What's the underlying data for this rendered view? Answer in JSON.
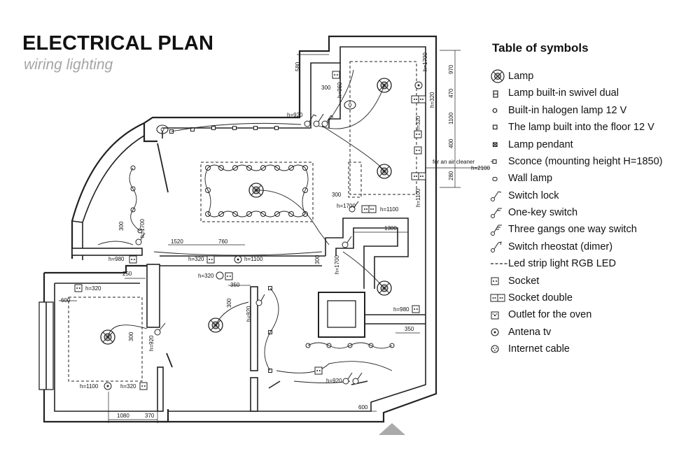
{
  "header": {
    "title": "ELECTRICAL PLAN",
    "subtitle": "wiring lighting"
  },
  "legend": {
    "title": "Table of symbols",
    "items": [
      {
        "icon": "lamp-icon",
        "label": "Lamp"
      },
      {
        "icon": "lamp-swivel-icon",
        "label": "Lamp built-in swivel dual"
      },
      {
        "icon": "halogen-lamp-icon",
        "label": "Built-in halogen lamp 12 V"
      },
      {
        "icon": "floor-lamp-icon",
        "label": "The lamp built into the floor 12 V"
      },
      {
        "icon": "lamp-pendant-icon",
        "label": "Lamp pendant"
      },
      {
        "icon": "sconce-icon",
        "label": "Sconce (mounting height H=1850)"
      },
      {
        "icon": "wall-lamp-icon",
        "label": "Wall lamp"
      },
      {
        "icon": "switch-lock-icon",
        "label": "Switch lock"
      },
      {
        "icon": "one-key-switch-icon",
        "label": "One-key switch"
      },
      {
        "icon": "three-gang-switch-icon",
        "label": "Three gangs one way switch"
      },
      {
        "icon": "switch-rheostat-icon",
        "label": "Switch rheostat (dimer)"
      },
      {
        "icon": "led-strip-icon",
        "label": "Led strip light RGB LED"
      },
      {
        "icon": "socket-icon",
        "label": "Socket"
      },
      {
        "icon": "socket-double-icon",
        "label": "Socket double"
      },
      {
        "icon": "oven-outlet-icon",
        "label": "Outlet for the oven"
      },
      {
        "icon": "antenna-tv-icon",
        "label": "Antena tv"
      },
      {
        "icon": "internet-cable-icon",
        "label": "Internet cable"
      }
    ]
  },
  "plan": {
    "dimensions": {
      "d580": "580",
      "d300a": "300",
      "h960": "h=960",
      "h920a": "h=920",
      "h1700a": "h=1700",
      "h970": "970",
      "d470": "470",
      "h320a": "h=320",
      "d1100a": "1100",
      "h320b": "h=320",
      "d400": "400",
      "air": "for an air cleaner",
      "h2100": "h=2100",
      "d280": "280",
      "h1100a": "h=1100",
      "d300b": "300",
      "h1700b": "h=1700",
      "h1100b": "h=1100",
      "d1300": "1300",
      "d300c": "300",
      "h1700c": "h=1700",
      "d300d": "300",
      "h1700d": "h=1700",
      "d1520": "1520",
      "d760": "760",
      "h980a": "h=980",
      "h320c": "h=320",
      "h1100c": "h=1100",
      "d250": "250",
      "h320d": "h=320",
      "d350a": "350",
      "d300e": "300",
      "h920b": "h=920",
      "h320e": "h=320",
      "d600a": "600",
      "d300f": "300",
      "h920c": "h=920",
      "h1100d": "h=1100",
      "h320f": "h=320",
      "d1080": "1080",
      "d370": "370",
      "h980b": "h=980",
      "d350b": "350",
      "h920d": "h=920",
      "d600b": "600"
    }
  }
}
